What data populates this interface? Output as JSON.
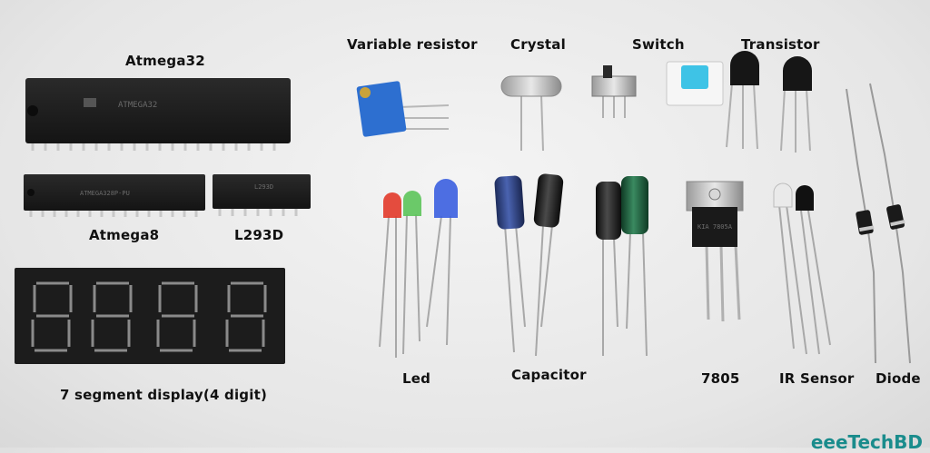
{
  "labels": {
    "atmega32": "Atmega32",
    "atmega8": "Atmega8",
    "l293d": "L293D",
    "seven_segment": "7 segment display(4 digit)",
    "variable_resistor": "Variable resistor",
    "crystal": "Crystal",
    "switch": "Switch",
    "transistor": "Transistor",
    "led": "Led",
    "capacitor": "Capacitor",
    "regulator": "7805",
    "ir_sensor": "IR Sensor",
    "diode": "Diode"
  },
  "chip_marks": {
    "atmega32": "ATMEGA32",
    "atmega8": "ATMEGA328P-PU",
    "l293d": "L293D",
    "regulator": "KIA 7805A"
  },
  "watermark": "eeeTechBD",
  "colors": {
    "chip_black": "#1b1b1b",
    "pot_blue": "#2d6fd0",
    "button_cyan": "#3ec3e6",
    "cap_blue": "#2b3f7a",
    "cap_green": "#1d5a3a",
    "led_red": "#e23a2a",
    "led_green": "#5cc45a",
    "led_blue": "#3b5fe0"
  }
}
